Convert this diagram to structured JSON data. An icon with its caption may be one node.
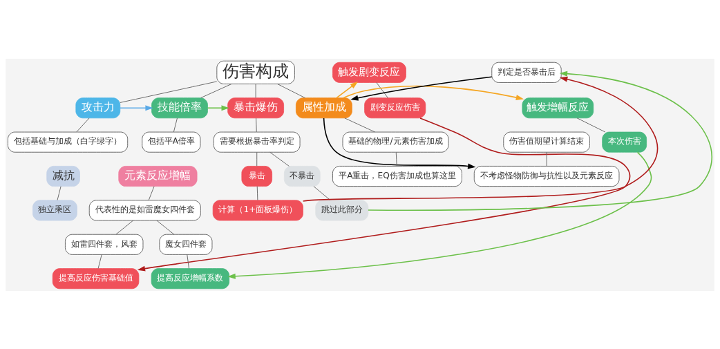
{
  "diagram": {
    "nodes": [
      {
        "text": [
          "伤害构成"
        ]
      },
      {
        "text": [
          "触发剧变反应"
        ]
      },
      {
        "text": [
          "剧变反应伤害"
        ]
      },
      {
        "text": [
          "伤害值期望计算结束"
        ]
      },
      {
        "text": [
          "不考虑怪物防御与抗性以及元素反应"
        ]
      },
      {
        "text": [
          "攻击力"
        ]
      },
      {
        "text": [
          "技能倍率"
        ]
      },
      {
        "text": [
          "暴击爆伤"
        ]
      },
      {
        "text": [
          "属性加成"
        ]
      },
      {
        "text": [
          "触发增幅反应"
        ]
      },
      {
        "text": [
          "包括基础与加成（白字绿字）"
        ]
      },
      {
        "text": [
          "包括平A倍率"
        ]
      },
      {
        "text": [
          "需要根据暴击率判定"
        ]
      },
      {
        "text": [
          "基础的物理/元素伤害加成"
        ]
      },
      {
        "text": [
          "本次伤害"
        ]
      },
      {
        "text": [
          "平A重击，EQ伤害加成也算这里"
        ]
      },
      {
        "text": [
          "减抗"
        ]
      },
      {
        "text": [
          "元素反应增幅"
        ]
      },
      {
        "text": [
          "暴击"
        ]
      },
      {
        "text": [
          "不暴击"
        ]
      },
      {
        "text": [
          "独立乘区"
        ]
      },
      {
        "text": [
          "代表性的是如雷魔女四件套"
        ]
      },
      {
        "text": [
          "计算（1+面板爆伤）"
        ]
      },
      {
        "text": [
          "跳过此部分"
        ]
      },
      {
        "text": [
          "如雷四件套，风套"
        ]
      },
      {
        "text": [
          "魔女四件套"
        ]
      },
      {
        "text": [
          "判定是否暴击后"
        ]
      },
      {
        "text": [
          "提高反应伤害基础值"
        ]
      },
      {
        "text": [
          "提高反应增幅系数"
        ]
      }
    ],
    "edges": [
      {
        "from": 0,
        "to": 5,
        "arrow": "none"
      },
      {
        "from": 0,
        "to": 6,
        "arrow": "none"
      },
      {
        "from": 0,
        "to": 7,
        "arrow": "none"
      },
      {
        "from": 0,
        "to": 8,
        "arrow": "none"
      },
      {
        "from": 1,
        "to": 2,
        "arrow": "none"
      },
      {
        "from": 3,
        "to": 4,
        "arrow": "none"
      },
      {
        "from": 5,
        "to": 10,
        "arrow": "none"
      },
      {
        "from": 6,
        "to": 11,
        "arrow": "none"
      },
      {
        "from": 7,
        "to": 12,
        "arrow": "none"
      },
      {
        "from": 8,
        "to": 13,
        "arrow": "none"
      },
      {
        "from": 9,
        "to": 14,
        "arrow": "none"
      },
      {
        "from": 13,
        "to": 15,
        "arrow": "none"
      },
      {
        "from": 12,
        "to": 18,
        "arrow": "none"
      },
      {
        "from": 12,
        "to": 19,
        "arrow": "none"
      },
      {
        "from": 16,
        "to": 20,
        "arrow": "none"
      },
      {
        "from": 17,
        "to": 21,
        "arrow": "none"
      },
      {
        "from": 18,
        "to": 22,
        "arrow": "none"
      },
      {
        "from": 19,
        "to": 23,
        "arrow": "none"
      },
      {
        "from": 21,
        "to": 24,
        "arrow": "none"
      },
      {
        "from": 21,
        "to": 25,
        "arrow": "none"
      },
      {
        "from": 24,
        "to": 27,
        "arrow": "none"
      },
      {
        "from": 25,
        "to": 28,
        "arrow": "none"
      },
      {
        "from": 5,
        "to": 6,
        "arrow": "to",
        "color": "#5aa9e6"
      },
      {
        "from": 6,
        "to": 7,
        "arrow": "to",
        "color": "#6cc04a"
      },
      {
        "from": 8,
        "to": 1,
        "arrow": "to",
        "color": "#f5a623"
      },
      {
        "from": 8,
        "to": 4,
        "arrow": "to",
        "color": "#000000"
      },
      {
        "from": 8,
        "to": 9,
        "arrow": "to",
        "color": "#f5a623"
      },
      {
        "from": 2,
        "to": 27,
        "arrow": "to",
        "color": "#b01c1c"
      },
      {
        "from": 22,
        "to": 26,
        "arrow": "to",
        "color": "#b01c1c"
      },
      {
        "from": 23,
        "to": 26,
        "arrow": "to",
        "color": "#6cc04a"
      },
      {
        "from": 26,
        "to": 8,
        "arrow": "to",
        "color": "#000000"
      },
      {
        "from": 14,
        "to": 28,
        "arrow": "to",
        "color": "#6cc04a"
      }
    ]
  }
}
